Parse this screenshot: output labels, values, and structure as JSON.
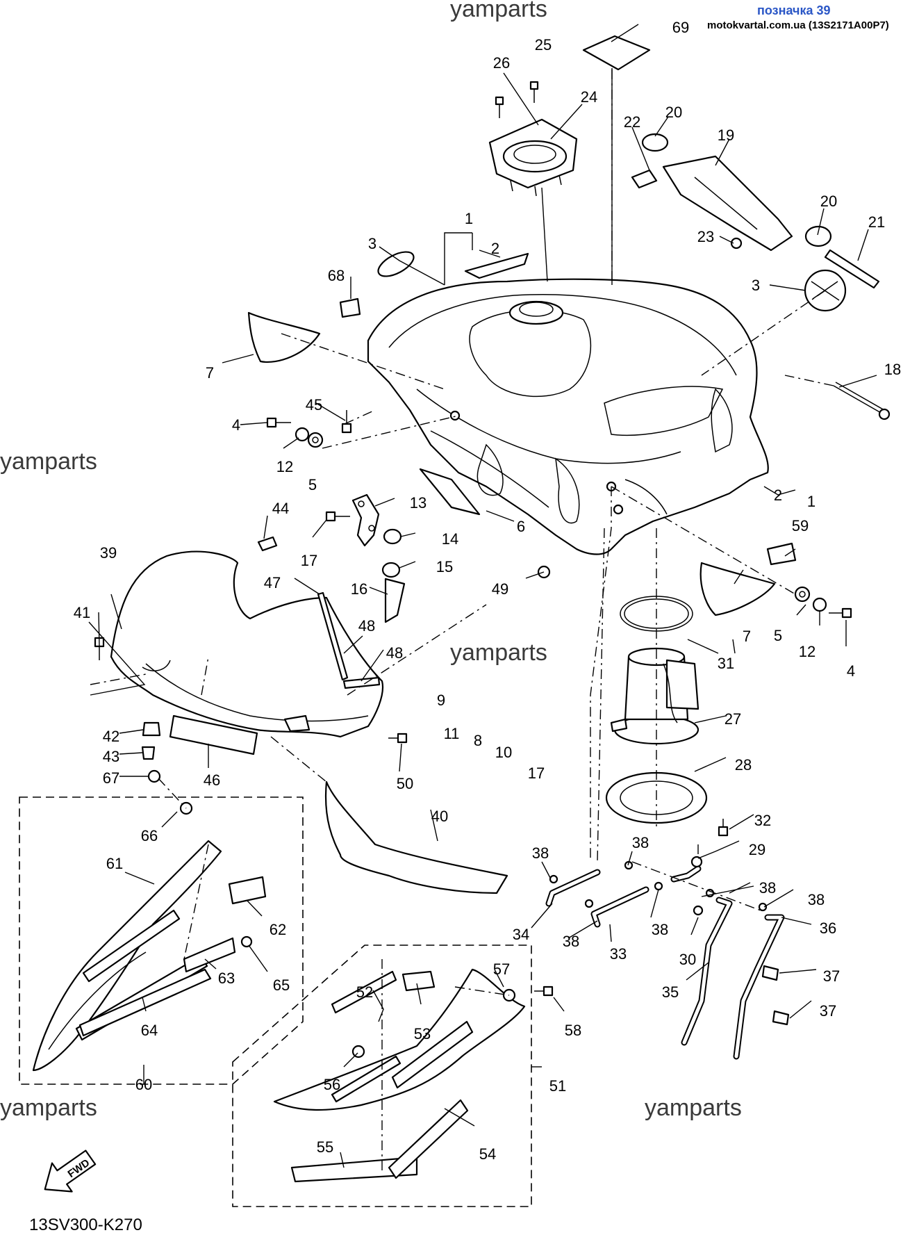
{
  "header": {
    "ref": "позначка 39",
    "site": "motokvartal.com.ua (13S2171A00P7)"
  },
  "watermark": "yamparts",
  "diagram_code": "13SV300-K270",
  "fwd_label": "FWD",
  "callouts": {
    "c1": "1",
    "c1b": "1",
    "c2": "2",
    "c2b": "2",
    "c3": "3",
    "c3b": "3",
    "c4": "4",
    "c4b": "4",
    "c5": "5",
    "c5b": "5",
    "c6": "6",
    "c7": "7",
    "c7b": "7",
    "c8": "8",
    "c9": "9",
    "c10": "10",
    "c11": "11",
    "c12": "12",
    "c12b": "12",
    "c13": "13",
    "c14": "14",
    "c15": "15",
    "c16": "16",
    "c17": "17",
    "c17b": "17",
    "c18": "18",
    "c19": "19",
    "c20": "20",
    "c20b": "20",
    "c21": "21",
    "c22": "22",
    "c23": "23",
    "c24": "24",
    "c25": "25",
    "c26": "26",
    "c27": "27",
    "c28": "28",
    "c29": "29",
    "c30": "30",
    "c31": "31",
    "c32": "32",
    "c33": "33",
    "c34": "34",
    "c35": "35",
    "c36": "36",
    "c37": "37",
    "c37b": "37",
    "c38a": "38",
    "c38b": "38",
    "c38c": "38",
    "c38d": "38",
    "c38e": "38",
    "c38f": "38",
    "c39": "39",
    "c40": "40",
    "c41": "41",
    "c42": "42",
    "c43": "43",
    "c44": "44",
    "c45": "45",
    "c46": "46",
    "c47": "47",
    "c48": "48",
    "c48b": "48",
    "c49": "49",
    "c50": "50",
    "c51": "51",
    "c52": "52",
    "c53": "53",
    "c54": "54",
    "c55": "55",
    "c56": "56",
    "c57": "57",
    "c58": "58",
    "c59": "59",
    "c60": "60",
    "c61": "61",
    "c62": "62",
    "c63": "63",
    "c64": "64",
    "c65": "65",
    "c66": "66",
    "c67": "67",
    "c68": "68",
    "c69": "69"
  }
}
